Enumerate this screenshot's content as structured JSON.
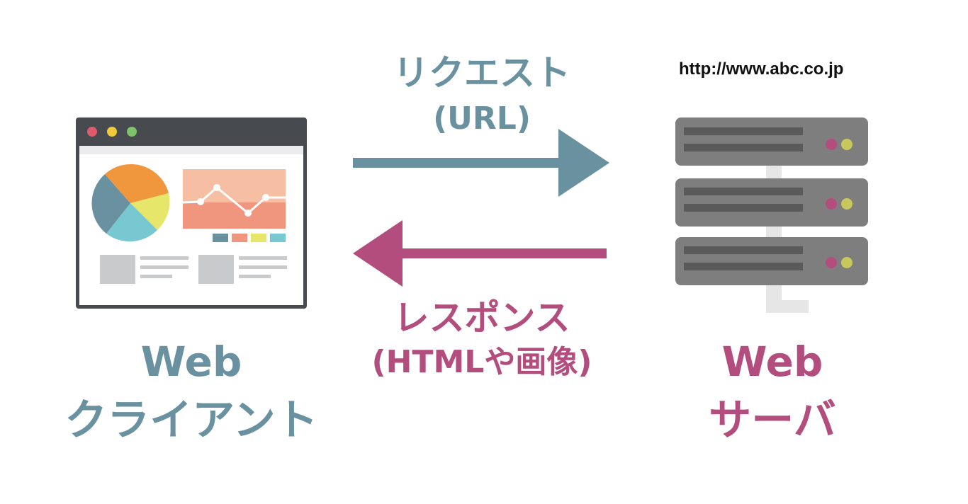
{
  "request": {
    "line1": "リクエスト",
    "line2": "(URL)"
  },
  "response": {
    "line1": "レスポンス",
    "line2": "(HTMLや画像)"
  },
  "client": {
    "line1": "Web",
    "line2": "クライアント"
  },
  "server": {
    "line1": "Web",
    "line2": "サーバ",
    "url": "http://www.abc.co.jp"
  },
  "colors": {
    "teal": "#6991a0",
    "magenta": "#b24d7e",
    "dark": "#474b50",
    "server_gray": "#7e7e7e",
    "server_slot": "#5a5a5a"
  }
}
